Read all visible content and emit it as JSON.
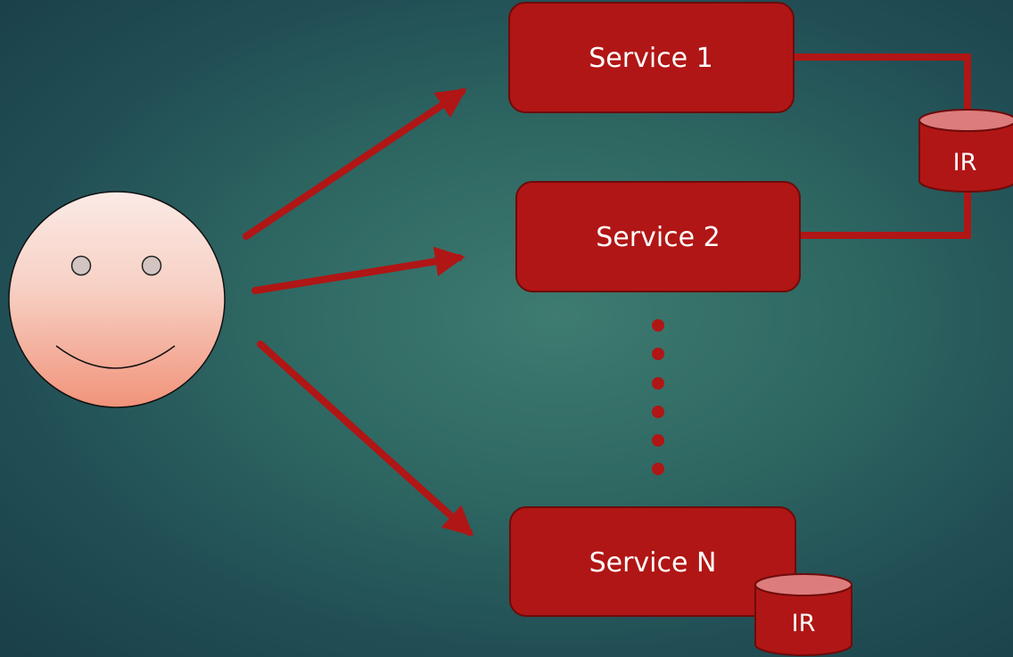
{
  "slide": {
    "background_color": "#2f6963"
  },
  "user": {
    "icon": "smiley-face-icon",
    "face_gradient_top": "#fbeae6",
    "face_gradient_bottom": "#f1937a"
  },
  "services": [
    {
      "id": "service-1",
      "label": "Service 1"
    },
    {
      "id": "service-2",
      "label": "Service 2"
    },
    {
      "id": "service-n",
      "label": "Service N"
    }
  ],
  "repositories": [
    {
      "id": "shared-ir",
      "label": "IR",
      "connected_to": [
        "Service 1",
        "Service 2"
      ]
    },
    {
      "id": "service-n-ir",
      "label": "IR",
      "connected_to": [
        "Service N"
      ]
    }
  ],
  "ellipsis": {
    "dot_count": 6,
    "meaning": "more services"
  },
  "colors": {
    "accent": "#b01615",
    "accent_border": "#6e0b0b",
    "db_top": "#dd7c7c",
    "text": "#ffffff"
  }
}
